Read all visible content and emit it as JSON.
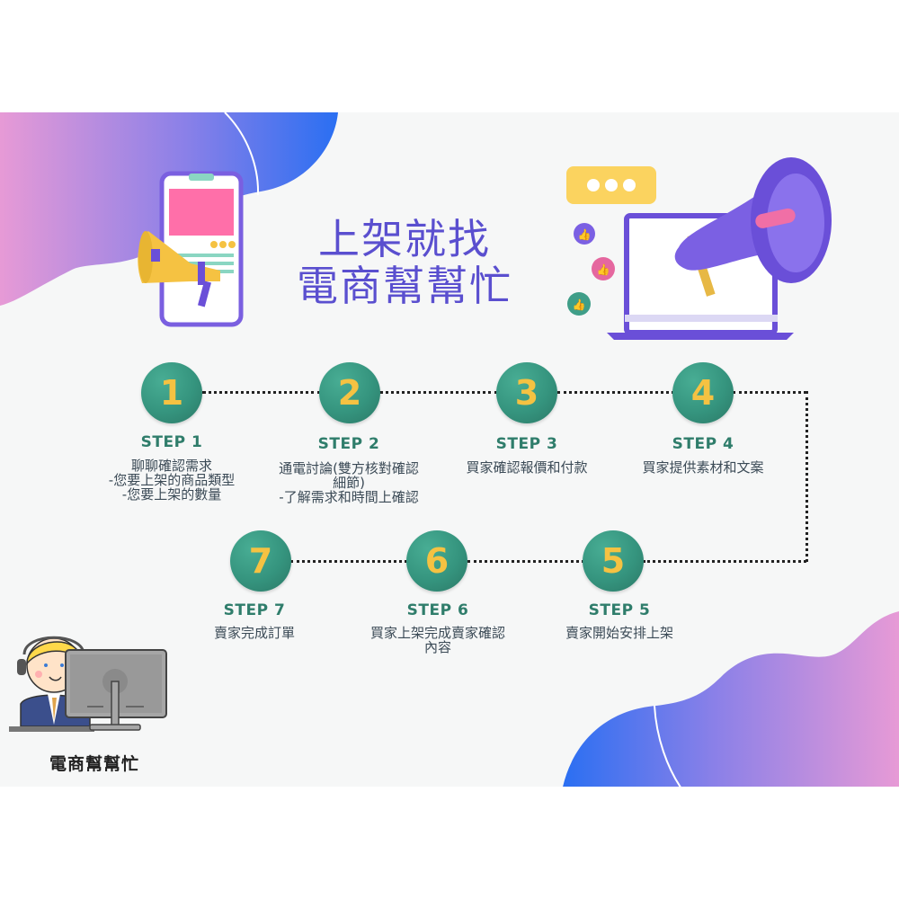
{
  "title": {
    "line1": "上架就找",
    "line2": "電商幫幫忙"
  },
  "colors": {
    "title": "#5a4fcf",
    "step_circle": "#35947e",
    "step_number": "#f5c242",
    "step_label": "#2f7d6b",
    "step_text": "#3b4a56",
    "gradient_blue": "#2a6ff2",
    "gradient_pink": "#e79ad6"
  },
  "steps": [
    {
      "number": "1",
      "label": "STEP 1",
      "lines": [
        "聊聊確認需求",
        "-您要上架的商品類型",
        "-您要上架的數量"
      ]
    },
    {
      "number": "2",
      "label": "STEP 2",
      "lines": [
        "通電討論(雙方核對確認",
        "細節)",
        "-了解需求和時間上確認"
      ]
    },
    {
      "number": "3",
      "label": "STEP 3",
      "lines": [
        "買家確認報價和付款"
      ]
    },
    {
      "number": "4",
      "label": "STEP 4",
      "lines": [
        "買家提供素材和文案"
      ]
    },
    {
      "number": "5",
      "label": "STEP 5",
      "lines": [
        "賣家開始安排上架"
      ]
    },
    {
      "number": "6",
      "label": "STEP 6",
      "lines": [
        "買家上架完成賣家確認",
        "內容"
      ]
    },
    {
      "number": "7",
      "label": "STEP 7",
      "lines": [
        "賣家完成訂單"
      ]
    }
  ],
  "brand": {
    "name": "電商幫幫忙",
    "icon": "customer-service-agent-icon"
  },
  "illustrations": {
    "left": "phone-megaphone-icon",
    "right": "laptop-megaphone-icon",
    "chat_bubble": "chat-dots-icon",
    "likes": [
      "thumbs-up-icon",
      "thumbs-up-icon",
      "thumbs-up-icon"
    ]
  }
}
